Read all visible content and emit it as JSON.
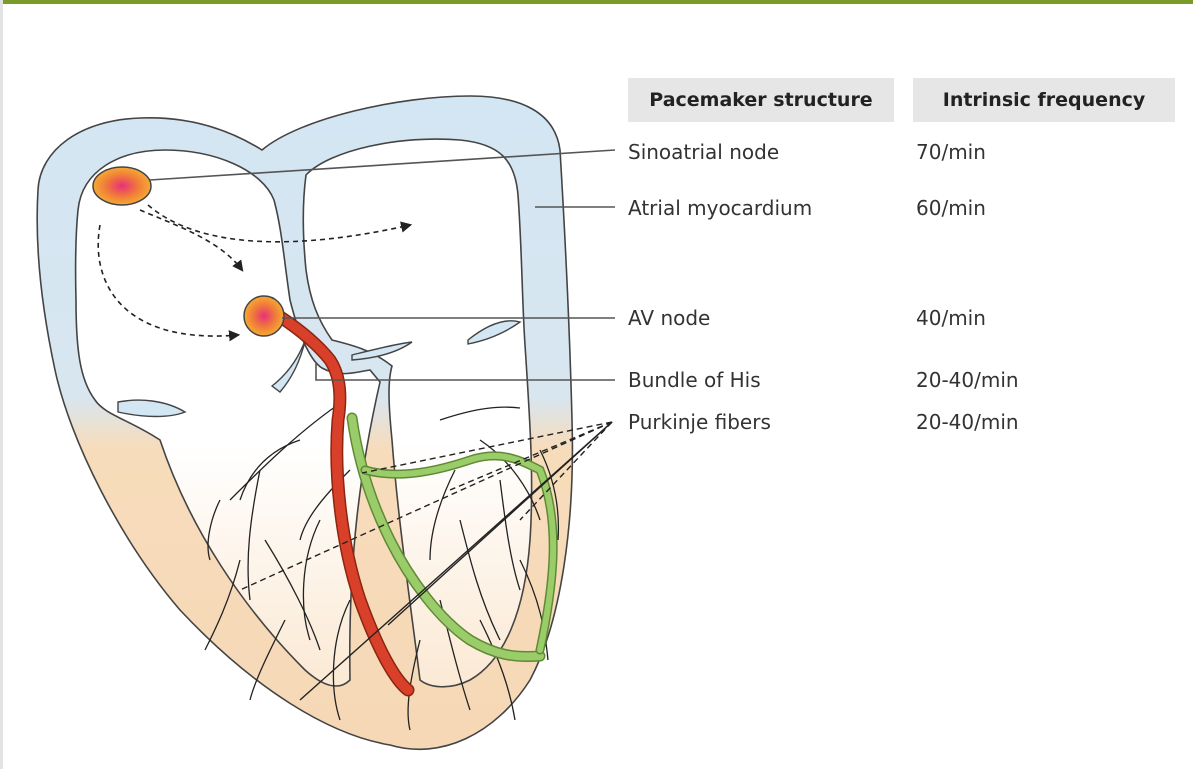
{
  "table": {
    "headers": {
      "structure": "Pacemaker structure",
      "frequency": "Intrinsic frequency"
    },
    "rows": [
      {
        "structure": "Sinoatrial node",
        "frequency": "70/min"
      },
      {
        "structure": "Atrial myocardium",
        "frequency": "60/min"
      },
      {
        "structure": "AV node",
        "frequency": "40/min"
      },
      {
        "structure": "Bundle of His",
        "frequency": "20-40/min"
      },
      {
        "structure": "Purkinje fibers",
        "frequency": "20-40/min"
      }
    ]
  },
  "colors": {
    "atria": "#d3e6f3",
    "ventricles": "#f7dcbb",
    "bundle": "#cf3a1c",
    "branch": "#92c262",
    "node": "#f09a2c",
    "header_bg": "#e6e6e6",
    "frame_rule": "#7a9a2a"
  }
}
